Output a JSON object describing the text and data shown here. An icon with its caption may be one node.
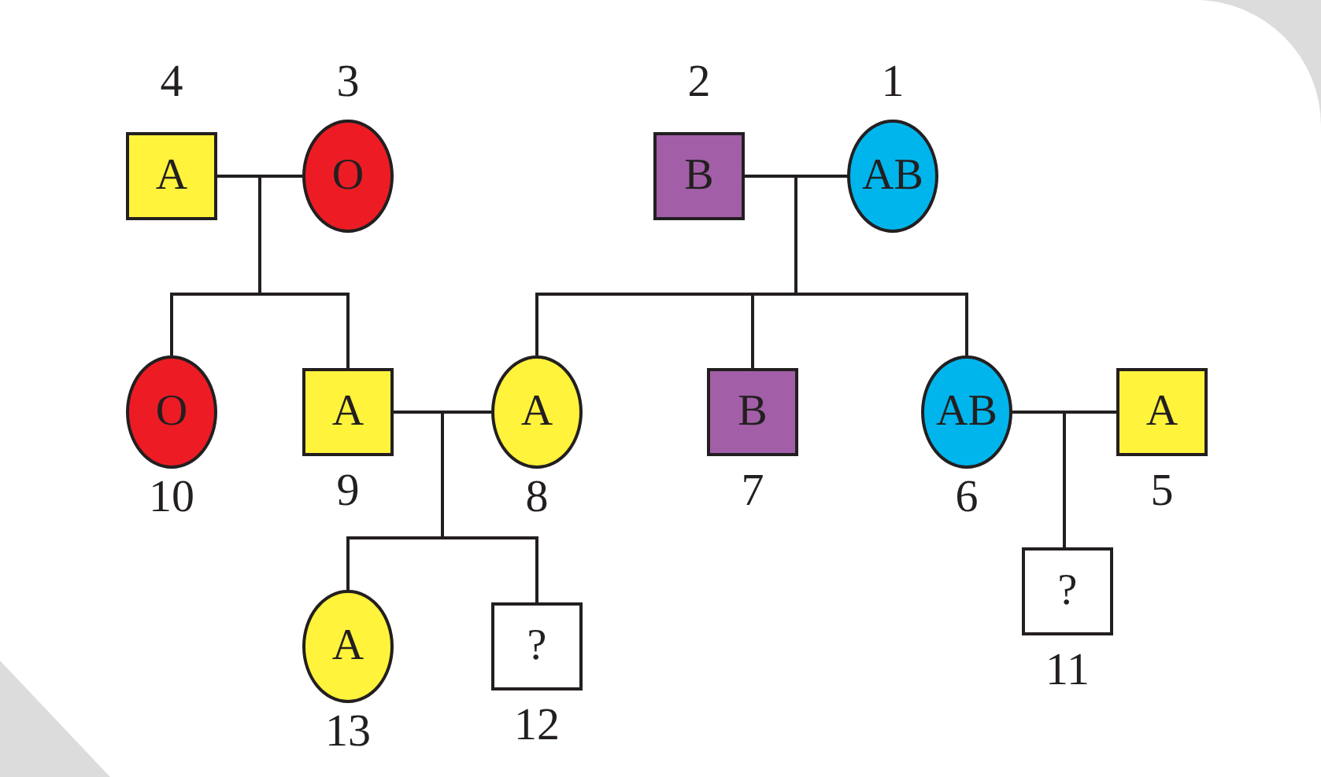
{
  "diagram": {
    "nodes": [
      {
        "text": [
          "A"
        ],
        "beside": [
          "4"
        ]
      },
      {
        "text": [
          "O"
        ],
        "beside": [
          "3"
        ]
      },
      {
        "text": [
          "B"
        ],
        "beside": [
          "2"
        ]
      },
      {
        "text": [
          "AB"
        ],
        "beside": [
          "1"
        ]
      },
      {
        "text": [
          "O"
        ],
        "beside": [
          "10"
        ]
      },
      {
        "text": [
          "A"
        ],
        "beside": [
          "9"
        ]
      },
      {
        "text": [
          "A"
        ],
        "beside": [
          "8"
        ]
      },
      {
        "text": [
          "B"
        ],
        "beside": [
          "7"
        ]
      },
      {
        "text": [
          "AB"
        ],
        "beside": [
          "6"
        ]
      },
      {
        "text": [
          "A"
        ],
        "beside": [
          "5"
        ]
      },
      {
        "text": [
          "A"
        ],
        "beside": [
          "13"
        ]
      },
      {
        "text": [
          "?"
        ],
        "beside": [
          "12"
        ]
      },
      {
        "text": [
          "?"
        ],
        "beside": [
          "11"
        ]
      }
    ],
    "edges": [
      {
        "from": 0,
        "to": 1,
        "arrow": "none"
      },
      {
        "from": 2,
        "to": 3,
        "arrow": "none"
      },
      {
        "from": 0,
        "to": 4,
        "arrow": "none"
      },
      {
        "from": 1,
        "to": 4,
        "arrow": "none"
      },
      {
        "from": 0,
        "to": 5,
        "arrow": "none"
      },
      {
        "from": 1,
        "to": 5,
        "arrow": "none"
      },
      {
        "from": 2,
        "to": 6,
        "arrow": "none"
      },
      {
        "from": 3,
        "to": 6,
        "arrow": "none"
      },
      {
        "from": 2,
        "to": 7,
        "arrow": "none"
      },
      {
        "from": 3,
        "to": 7,
        "arrow": "none"
      },
      {
        "from": 2,
        "to": 8,
        "arrow": "none"
      },
      {
        "from": 3,
        "to": 8,
        "arrow": "none"
      },
      {
        "from": 5,
        "to": 6,
        "arrow": "none"
      },
      {
        "from": 8,
        "to": 9,
        "arrow": "none"
      },
      {
        "from": 5,
        "to": 10,
        "arrow": "none"
      },
      {
        "from": 6,
        "to": 10,
        "arrow": "none"
      },
      {
        "from": 5,
        "to": 11,
        "arrow": "none"
      },
      {
        "from": 6,
        "to": 11,
        "arrow": "none"
      },
      {
        "from": 8,
        "to": 12,
        "arrow": "none"
      },
      {
        "from": 9,
        "to": 12,
        "arrow": "none"
      }
    ]
  }
}
